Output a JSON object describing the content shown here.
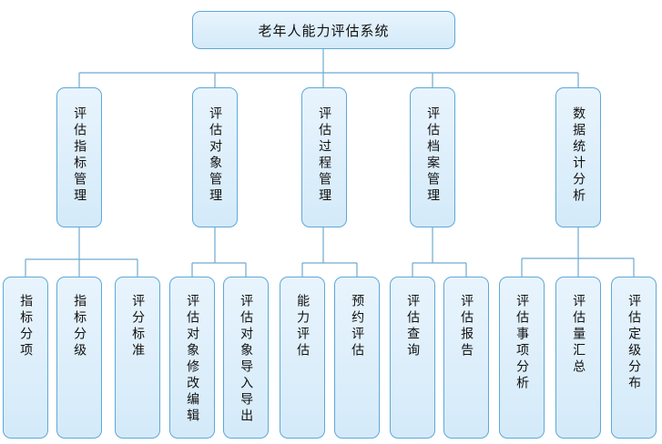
{
  "root": "老年人能力评估系统",
  "modules": [
    {
      "label": "评估指标管理",
      "children": [
        "指标分项",
        "指标分级",
        "评分标准"
      ]
    },
    {
      "label": "评估对象管理",
      "children": [
        "评估对象修改编辑",
        "评估对象导入导出"
      ]
    },
    {
      "label": "评估过程管理",
      "children": [
        "能力评估",
        "预约评估"
      ]
    },
    {
      "label": "评估档案管理",
      "children": [
        "评估查询",
        "评估报告"
      ]
    },
    {
      "label": "数据统计分析",
      "children": [
        "评估事项分析",
        "评估量汇总",
        "评估定级分布"
      ]
    }
  ]
}
